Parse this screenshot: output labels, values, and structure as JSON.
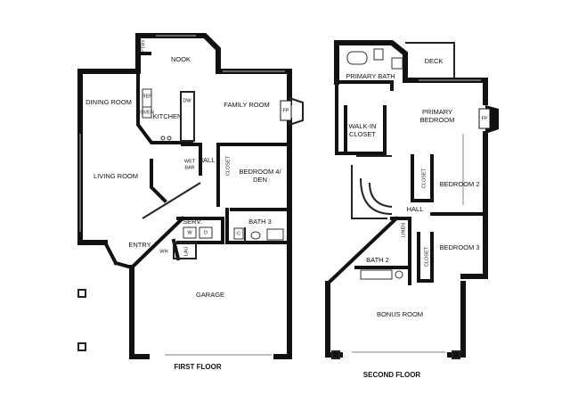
{
  "first_floor": {
    "title": "FIRST FLOOR",
    "rooms": {
      "pantry": "P'TRY",
      "nook": "NOOK",
      "dining_room": "DINING ROOM",
      "ref": "REF",
      "oven": "OVEN",
      "dw": "DW",
      "kitchen": "KITCHEN",
      "family_room": "FAMILY ROOM",
      "fp": "FP",
      "living_room": "LIVING ROOM",
      "hall": "HALL",
      "wet": "WET",
      "bar": "BAR",
      "closet": "CLOSET",
      "bedroom_line1": "BEDROOM 4/",
      "bedroom_line2": "DEN",
      "serv": "SERV.",
      "w": "W",
      "d": "D",
      "bath3": "BATH 3",
      "c": "C",
      "entry": "ENTRY",
      "wh": "WH",
      "lau": "LAU",
      "garage": "GARAGE"
    }
  },
  "second_floor": {
    "title": "SECOND FLOOR",
    "rooms": {
      "deck": "DECK",
      "primary_bath": "PRIMARY BATH",
      "primary_bedroom_line1": "PRIMARY",
      "primary_bedroom_line2": "BEDROOM",
      "fp": "FP",
      "walkin_line1": "WALK-IN",
      "walkin_line2": "CLOSET",
      "closet1": "CLOSET",
      "bedroom2": "BEDROOM 2",
      "hall": "HALL",
      "linen": "LINEN",
      "bedroom3": "BEDROOM 3",
      "closet2": "CLOSET",
      "bath2": "BATH 2",
      "bonus_room": "BONUS ROOM"
    }
  }
}
